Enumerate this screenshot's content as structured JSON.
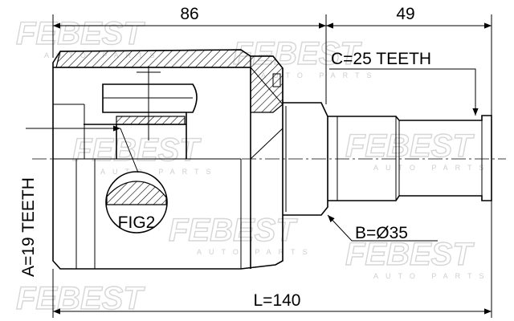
{
  "dimensions": {
    "top_left": "86",
    "top_right": "49",
    "spline_teeth": "C=25 TEETH",
    "shaft_diameter": "B=Ø35",
    "inner_teeth": "A=19 TEETH",
    "total_length": "L=140"
  },
  "detail_label": "FIG2",
  "watermark": {
    "brand": "FEBEST",
    "sub": "AUTO PARTS"
  },
  "colors": {
    "line": "#000000",
    "watermark": "#d6d6d6",
    "background": "#ffffff"
  }
}
